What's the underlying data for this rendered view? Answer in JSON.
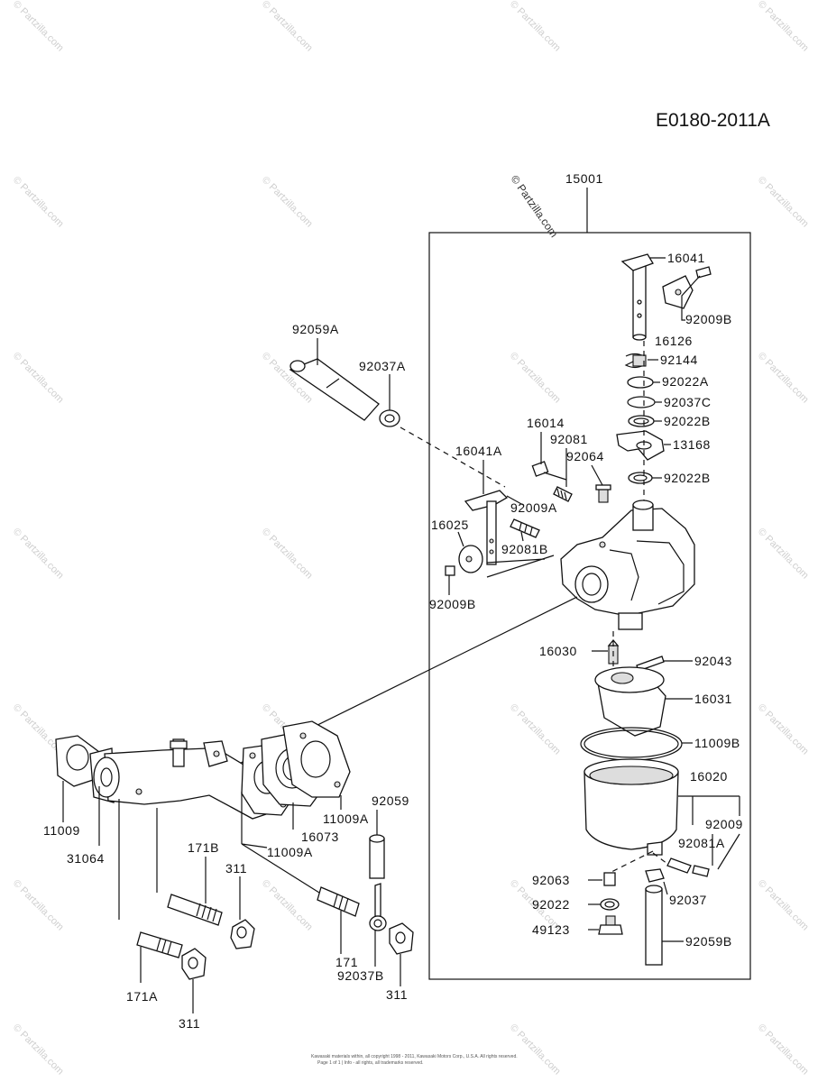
{
  "diagram_code": "E0180-2011A",
  "watermark": "© Partzilla.com",
  "footer": {
    "line1": "Kawasaki materials within, all copyright 1998 - 2011, Kawasaki Motors Corp., U.S.A. All rights reserved.",
    "line2": "Page 1 of 1 | Info - all rights, all trademarks reserved."
  },
  "labels": {
    "p15001": "15001",
    "p16041": "16041",
    "p92009B_top": "92009B",
    "p16126": "16126",
    "p92144": "92144",
    "p92022A": "92022A",
    "p92037C": "92037C",
    "p92022B_1": "92022B",
    "p13168": "13168",
    "p92022B_2": "92022B",
    "p92059A": "92059A",
    "p92037A": "92037A",
    "p16014": "16014",
    "p92081": "92081",
    "p92064": "92064",
    "p16041A": "16041A",
    "p92009A": "92009A",
    "p16025": "16025",
    "p92081B": "92081B",
    "p92009B_left": "92009B",
    "p16030": "16030",
    "p92043": "92043",
    "p16031": "16031",
    "p11009B": "11009B",
    "p16020": "16020",
    "p92009": "92009",
    "p92081A": "92081A",
    "p92063": "92063",
    "p92037": "92037",
    "p92022": "92022",
    "p49123": "49123",
    "p92059B": "92059B",
    "p11009": "11009",
    "p31064": "31064",
    "p16073": "16073",
    "p11009A_1": "11009A",
    "p11009A_2": "11009A",
    "p92059": "92059",
    "p171B": "171B",
    "p311_1": "311",
    "p171": "171",
    "p92037B": "92037B",
    "p311_2": "311",
    "p171A": "171A",
    "p311_3": "311"
  }
}
